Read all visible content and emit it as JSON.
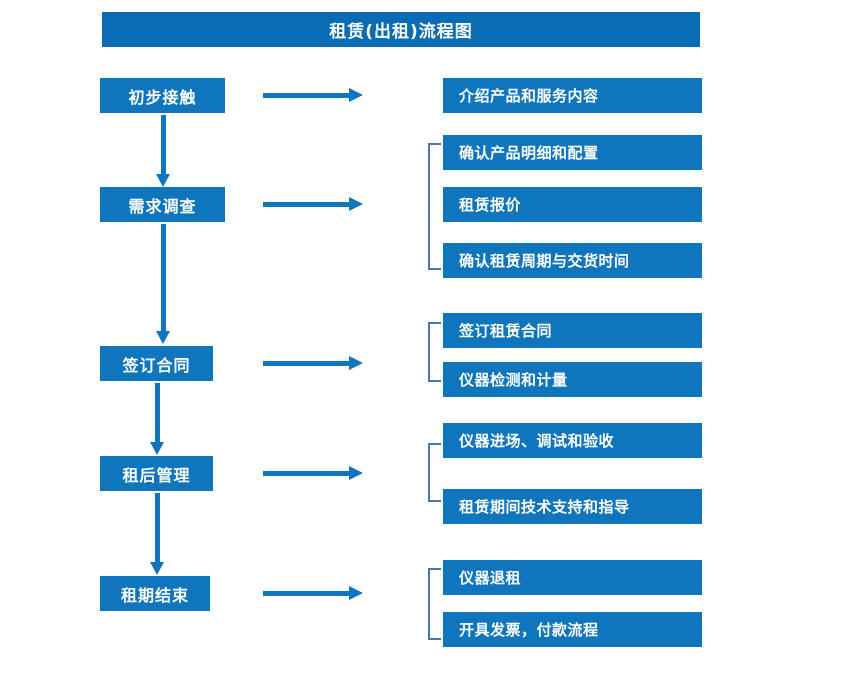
{
  "diagram": {
    "title": "租赁(出租)流程图",
    "colors": {
      "title_bar": "#0a6cb4",
      "box": "#0f75bd",
      "arrow": "#0f75bd",
      "bracket": "#4a78ad",
      "box_text": "#ffffff",
      "background": "#ffffff"
    },
    "stages": [
      {
        "label": "初步接触"
      },
      {
        "label": "需求调查"
      },
      {
        "label": "签订合同"
      },
      {
        "label": "租后管理"
      },
      {
        "label": "租期结束"
      }
    ],
    "details": [
      {
        "label": "介绍产品和服务内容"
      },
      {
        "label": "确认产品明细和配置"
      },
      {
        "label": "租赁报价"
      },
      {
        "label": "确认租赁周期与交货时间"
      },
      {
        "label": "签订租赁合同"
      },
      {
        "label": "仪器检测和计量"
      },
      {
        "label": "仪器进场、调试和验收"
      },
      {
        "label": "租赁期间技术支持和指导"
      },
      {
        "label": "仪器退租"
      },
      {
        "label": "开具发票，付款流程"
      }
    ],
    "connections": {
      "stage_to_detail_arrows": 5,
      "stage_to_stage_arrows": 4,
      "group_brackets": 4
    }
  }
}
